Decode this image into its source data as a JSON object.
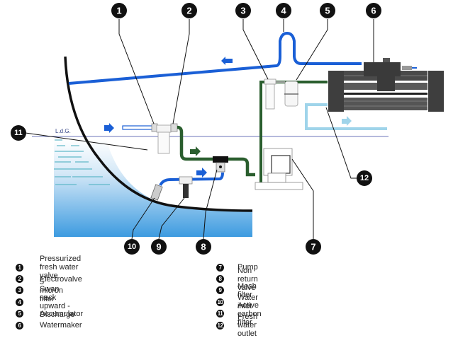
{
  "diagram": {
    "waterline_label": "L.d.G.",
    "callouts": [
      {
        "number": "1",
        "label": "Pressurized fresh water valve"
      },
      {
        "number": "2",
        "label": "Electrovalve"
      },
      {
        "number": "3",
        "label": "5 micron filter"
      },
      {
        "number": "4",
        "label": "Swan neck upward - Discharge"
      },
      {
        "number": "5",
        "label": "Accumulator"
      },
      {
        "number": "6",
        "label": "Watermaker"
      },
      {
        "number": "7",
        "label": "Pump"
      },
      {
        "number": "8",
        "label": "Non return valve"
      },
      {
        "number": "9",
        "label": "Mesh filter"
      },
      {
        "number": "10",
        "label": "Water inlet"
      },
      {
        "number": "11",
        "label": "Active carbon filter"
      },
      {
        "number": "12",
        "label": "Fresh water outlet"
      }
    ],
    "pipe_colors": {
      "sea_water": "#1a5fd6",
      "prefiltered": "#2a5e2e",
      "fresh_water": "#9fd4ea",
      "hull": "#111111",
      "waterline": "#6b74b8"
    },
    "flow_arrows": [
      {
        "id": "discharge-arrow",
        "direction": "left"
      },
      {
        "id": "freshwater-inlet-arrow",
        "direction": "right"
      },
      {
        "id": "prefilter-flow-arrow",
        "direction": "right"
      },
      {
        "id": "seawater-flow-arrow",
        "direction": "right"
      },
      {
        "id": "fresh-outlet-arrow",
        "direction": "right"
      }
    ]
  },
  "legend": {
    "left": [
      {
        "number": "1",
        "label": "Pressurized fresh water valve"
      },
      {
        "number": "2",
        "label": "Electrovalve"
      },
      {
        "number": "3",
        "label": "5 micron filter"
      },
      {
        "number": "4",
        "label": "Swan neck upward - Discharge"
      },
      {
        "number": "5",
        "label": "Accumulator"
      },
      {
        "number": "6",
        "label": "Watermaker"
      }
    ],
    "right": [
      {
        "number": "7",
        "label": "Pump"
      },
      {
        "number": "8",
        "label": "Non return valve"
      },
      {
        "number": "9",
        "label": "Mesh filter"
      },
      {
        "number": "10",
        "label": "Water inlet"
      },
      {
        "number": "11",
        "label": "Active carbon filter"
      },
      {
        "number": "12",
        "label": "Fresh water outlet"
      }
    ]
  }
}
